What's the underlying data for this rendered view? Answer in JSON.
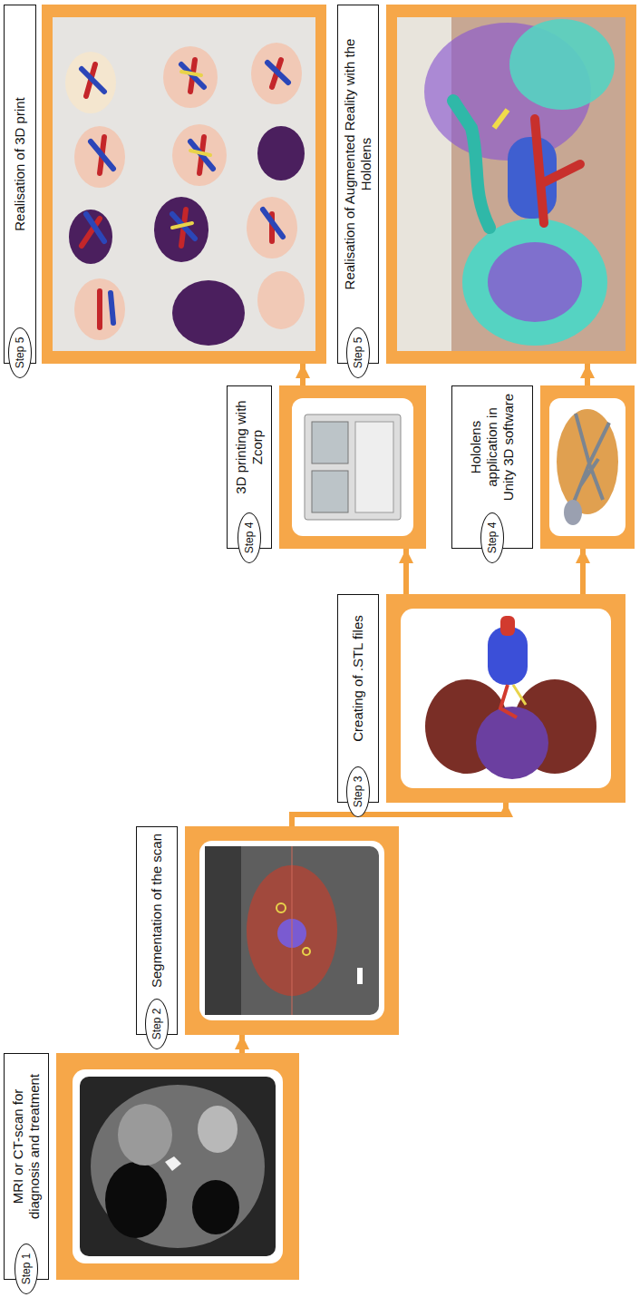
{
  "diagram": {
    "nodes": [
      {
        "text": [
          "MRI or CT-scan for diagnosis and treatment"
        ]
      },
      {
        "text": [
          "Step 1"
        ],
        "in": 0
      },
      {
        "text": [
          "Segmentation of the scan"
        ]
      },
      {
        "text": [
          "Step 2"
        ],
        "in": 2
      },
      {
        "text": [
          "Creating of .STL files"
        ]
      },
      {
        "text": [
          "Step 3"
        ],
        "in": 4
      },
      {
        "text": [
          "3D printing with Zcorp"
        ]
      },
      {
        "text": [
          "Step 4"
        ],
        "in": 6
      },
      {
        "text": [
          "Hololens application in Unity 3D software"
        ]
      },
      {
        "text": [
          "Step 4"
        ],
        "in": 8
      },
      {
        "text": [
          "Realisation of 3D print"
        ]
      },
      {
        "text": [
          "Step 5"
        ],
        "in": 10
      },
      {
        "text": [
          "Realisation of Augmented Reality with the Hololens"
        ]
      },
      {
        "text": [
          "Step 5"
        ],
        "in": 12
      }
    ],
    "edges": [
      {
        "from": 0,
        "to": 2,
        "arrow": "to"
      },
      {
        "from": 2,
        "to": 4,
        "arrow": "to"
      },
      {
        "from": 4,
        "to": 6,
        "arrow": "to"
      },
      {
        "from": 4,
        "to": 8,
        "arrow": "to"
      },
      {
        "from": 6,
        "to": 10,
        "arrow": "to"
      },
      {
        "from": 8,
        "to": 12,
        "arrow": "to"
      }
    ]
  }
}
